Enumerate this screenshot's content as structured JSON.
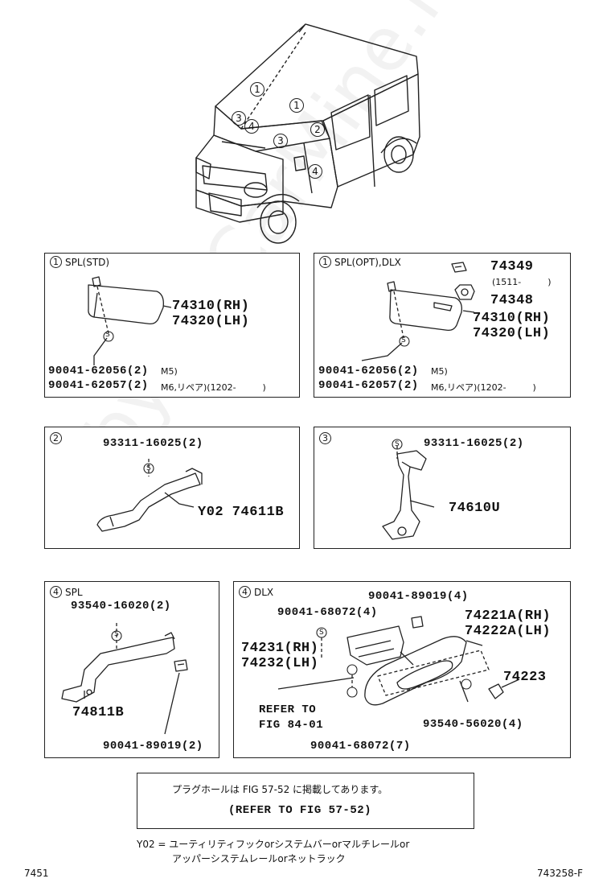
{
  "watermark": "ToyotaCarMine.ru",
  "vehicle": {
    "callouts": [
      "1",
      "1",
      "3",
      "4",
      "3",
      "2",
      "4"
    ]
  },
  "panels": {
    "p1": {
      "num": "1",
      "title": "SPL(STD)",
      "part_rh": "74310(RH)",
      "part_lh": "74320(LH)",
      "screw1_num": "90041-62056(2)",
      "screw1_note": "M5)",
      "screw2_num": "90041-62057(2)",
      "screw2_note": "M6,リペア)(1202-　　　)",
      "screw_symbol": "S"
    },
    "p2": {
      "num": "1",
      "title": "SPL(OPT),DLX",
      "part_a": "74349",
      "part_a_note": "(1511-　　　)",
      "part_b": "74348",
      "part_rh": "74310(RH)",
      "part_lh": "74320(LH)",
      "screw1_num": "90041-62056(2)",
      "screw1_note": "M5)",
      "screw2_num": "90041-62057(2)",
      "screw2_note": "M6,リペア)(1202-　　　)",
      "screw_symbol": "S"
    },
    "p3": {
      "num": "2",
      "screw": "93311-16025(2)",
      "part": "Y02 74611B",
      "screw_symbol": "S"
    },
    "p4": {
      "num": "3",
      "screw": "93311-16025(2)",
      "part": "74610U",
      "screw_symbol": "S"
    },
    "p5": {
      "num": "4",
      "title": "SPL",
      "screw": "93540-16020(2)",
      "part": "74811B",
      "clip": "90041-89019(2)",
      "screw_symbol": "S"
    },
    "p6": {
      "num": "4",
      "title": "DLX",
      "clip": "90041-89019(4)",
      "screw_a": "90041-68072(4)",
      "part_rh": "74221A(RH)",
      "part_lh": "74222A(LH)",
      "bracket_rh": "74231(RH)",
      "bracket_lh": "74232(LH)",
      "cap": "74223",
      "refer_1": "REFER TO",
      "refer_2": "FIG 84-01",
      "screw_b": "93540-56020(4)",
      "screw_c": "90041-68072(7)",
      "screw_symbol": "S"
    }
  },
  "reference_box": {
    "line1": "プラグホールは FIG 57-52 に掲載してあります。",
    "line2": "(REFER TO FIG 57-52)"
  },
  "footnote": {
    "line1": "Y02 = ユーティリティフックorシステムバーorマルチレールor",
    "line2": "アッパーシステムレールorネットラック"
  },
  "page_left": "7451",
  "page_right": "743258-F"
}
